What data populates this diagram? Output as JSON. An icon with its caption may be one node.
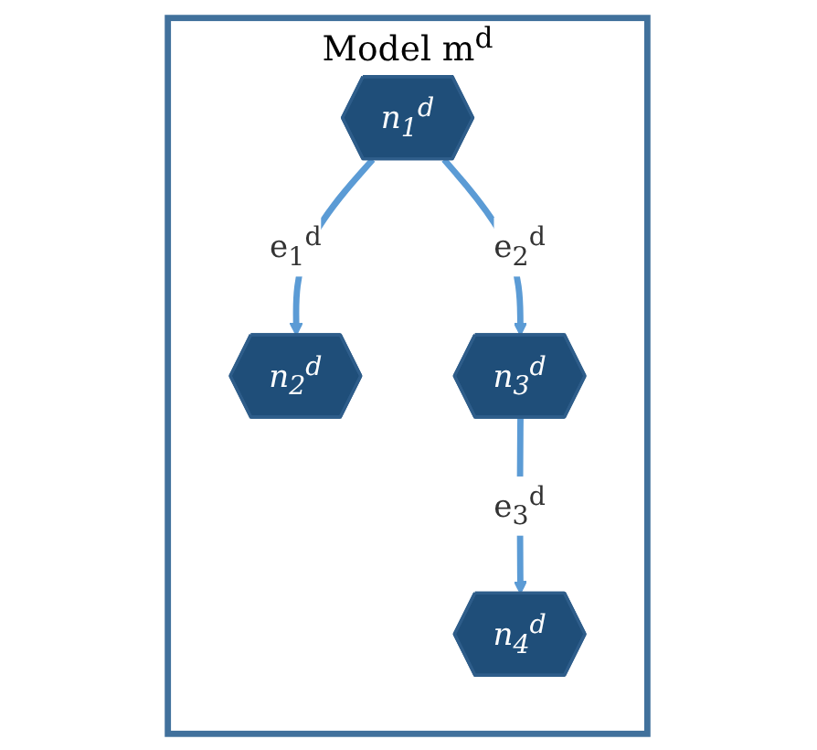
{
  "diagram": {
    "nodes": [
      {
        "text": [
          "Model m$^{d}$"
        ]
      },
      {
        "text": [
          "n$_{1}$$^{d}$"
        ],
        "in": 0
      },
      {
        "text": [
          "n$_{2}$$^{d}$"
        ],
        "in": 0
      },
      {
        "text": [
          "n$_{3}$$^{d}$"
        ],
        "in": 0
      },
      {
        "text": [
          "n$_{4}$$^{d}$"
        ],
        "in": 0
      }
    ],
    "edges": [
      {
        "from": 1,
        "to": 2,
        "arrow": "to",
        "label": "e$_{1}$$^{d}$"
      },
      {
        "from": 1,
        "to": 3,
        "arrow": "to",
        "label": "e$_{2}$$^{d}$"
      },
      {
        "from": 3,
        "to": 4,
        "arrow": "to",
        "label": "e$_{3}$$^{d}$"
      }
    ]
  }
}
